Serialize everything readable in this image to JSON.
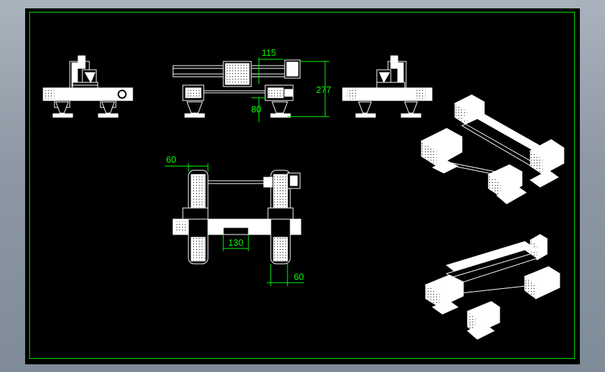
{
  "colors": {
    "background": "#8d98a4",
    "sheet": "#000000",
    "frame": "#00e000",
    "geometry": "#ffffff",
    "dimension": "#00ff00"
  },
  "dimensions": {
    "front_width": "115",
    "front_height": "277",
    "front_offset": "80",
    "top_left": "60",
    "top_center": "130",
    "top_right": "60"
  }
}
